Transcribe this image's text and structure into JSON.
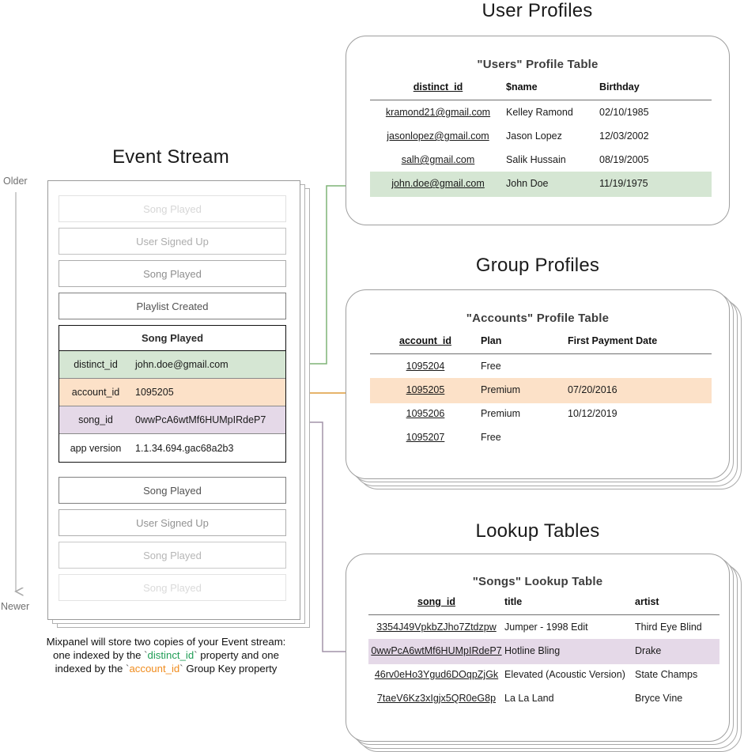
{
  "sections": {
    "user_profiles_title": "User Profiles",
    "group_profiles_title": "Group Profiles",
    "lookup_tables_title": "Lookup Tables",
    "event_stream_title": "Event Stream"
  },
  "timeline": {
    "older_label": "Older",
    "newer_label": "Newer"
  },
  "event_stream": {
    "faded_events_top": [
      {
        "label": "Song Played",
        "opacity": 0.22
      },
      {
        "label": "User Signed Up",
        "opacity": 0.45
      },
      {
        "label": "Song Played",
        "opacity": 0.62
      },
      {
        "label": "Playlist Created",
        "opacity": 0.95
      }
    ],
    "focus_event": {
      "name": "Song Played",
      "properties": [
        {
          "key": "distinct_id",
          "value": "john.doe@gmail.com",
          "highlight": "green"
        },
        {
          "key": "account_id",
          "value": "1095205",
          "highlight": "orange"
        },
        {
          "key": "song_id",
          "value": "0wwPcA6wtMf6HUMpIRdeP7",
          "highlight": "purple"
        },
        {
          "key": "app version",
          "value": "1.1.34.694.gac68a2b3",
          "highlight": "none"
        }
      ]
    },
    "faded_events_bottom": [
      {
        "label": "Song Played",
        "opacity": 0.95
      },
      {
        "label": "User Signed Up",
        "opacity": 0.6
      },
      {
        "label": "Song Played",
        "opacity": 0.4
      },
      {
        "label": "Song Played",
        "opacity": 0.2
      }
    ]
  },
  "users_table": {
    "title": "\"Users\" Profile Table",
    "columns": [
      "distinct_id",
      "$name",
      "Birthday"
    ],
    "rows": [
      {
        "cells": [
          "kramond21@gmail.com",
          "Kelley Ramond",
          "02/10/1985"
        ],
        "highlight": "none"
      },
      {
        "cells": [
          "jasonlopez@gmail.com",
          "Jason Lopez",
          "12/03/2002"
        ],
        "highlight": "none"
      },
      {
        "cells": [
          "salh@gmail.com",
          "Salik Hussain",
          "08/19/2005"
        ],
        "highlight": "none"
      },
      {
        "cells": [
          "john.doe@gmail.com",
          "John Doe",
          "11/19/1975"
        ],
        "highlight": "green"
      }
    ]
  },
  "accounts_table": {
    "title": "\"Accounts\" Profile Table",
    "columns": [
      "account_id",
      "Plan",
      "First Payment Date"
    ],
    "rows": [
      {
        "cells": [
          "1095204",
          "Free",
          ""
        ],
        "highlight": "none"
      },
      {
        "cells": [
          "1095205",
          "Premium",
          "07/20/2016"
        ],
        "highlight": "orange"
      },
      {
        "cells": [
          "1095206",
          "Premium",
          "10/12/2019"
        ],
        "highlight": "none"
      },
      {
        "cells": [
          "1095207",
          "Free",
          ""
        ],
        "highlight": "none"
      }
    ]
  },
  "songs_table": {
    "title": "\"Songs\" Lookup Table",
    "columns": [
      "song_id",
      "title",
      "artist"
    ],
    "rows": [
      {
        "cells": [
          "3354J49VpkbZJho7Ztdzpw",
          "Jumper - 1998 Edit",
          "Third Eye Blind"
        ],
        "highlight": "none"
      },
      {
        "cells": [
          "0wwPcA6wtMf6HUMpIRdeP7",
          "Hotline Bling",
          "Drake"
        ],
        "highlight": "purple"
      },
      {
        "cells": [
          "46rv0eHo3Ygud6DOqpZjGk",
          "Elevated (Acoustic Version)",
          "State Champs"
        ],
        "highlight": "none"
      },
      {
        "cells": [
          "7taeV6Kz3xIgjx5QR0eG8p",
          "La La Land",
          "Bryce Vine"
        ],
        "highlight": "none"
      }
    ]
  },
  "caption": {
    "line1": "Mixpanel will store two copies of your Event stream:",
    "line2_pre": "one indexed by the ",
    "line2_token": "distinct_id",
    "line2_post": " property and one",
    "line3_pre": "indexed by the ",
    "line3_token": "account_id",
    "line3_post": " Group Key property",
    "backtick": "`"
  },
  "colors": {
    "green_fill": "#d5e6d3",
    "orange_fill": "#fce1c8",
    "purple_fill": "#e5d9e8",
    "green_line": "#6fa86a",
    "orange_line": "#e0a44e",
    "purple_line": "#9b8aa3",
    "token_green": "#1f9d55",
    "token_orange": "#f08c1e"
  }
}
